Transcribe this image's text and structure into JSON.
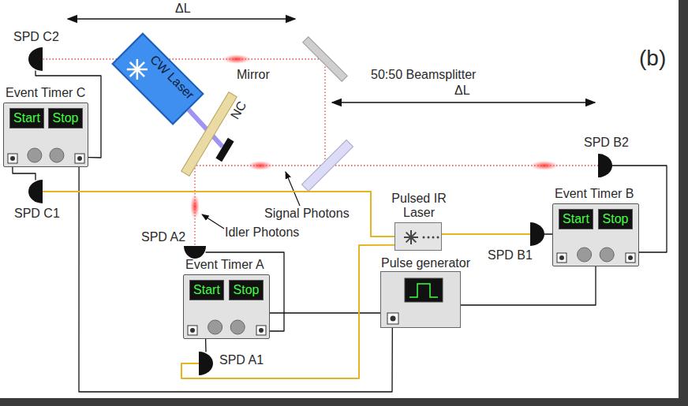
{
  "diagram": {
    "nodes": [
      {
        "text": [
          "SPD C2"
        ]
      },
      {
        "text": [
          "Event Timer C"
        ]
      },
      {
        "text": [
          "Start"
        ],
        "in": 1
      },
      {
        "text": [
          "Stop"
        ],
        "in": 1
      },
      {
        "text": [
          "CW Laser"
        ]
      },
      {
        "text": [
          "SPD B2"
        ]
      },
      {
        "text": [
          "Event Timer B"
        ]
      },
      {
        "text": [
          "Start"
        ],
        "in": 6
      },
      {
        "text": [
          "Stop"
        ],
        "in": 6
      },
      {
        "text": [
          "SPD C1"
        ]
      },
      {
        "text": [
          "SPD A2"
        ]
      },
      {
        "text": [
          "Pulsed IR Laser"
        ]
      },
      {
        "text": [
          "SPD B1"
        ]
      },
      {
        "text": [
          "Event Timer A"
        ]
      },
      {
        "text": [
          "Start"
        ],
        "in": 13
      },
      {
        "text": [
          "Stop"
        ],
        "in": 13
      },
      {
        "text": [
          "Pulse generator"
        ]
      },
      {
        "text": [
          "SPD A1"
        ]
      }
    ],
    "edges": [
      {
        "from": 0,
        "to": 1,
        "arrow": "none"
      },
      {
        "from": 9,
        "to": 1,
        "arrow": "none"
      },
      {
        "from": 5,
        "to": 6,
        "arrow": "none"
      },
      {
        "from": 12,
        "to": 6,
        "arrow": "none"
      },
      {
        "from": 10,
        "to": 13,
        "arrow": "none"
      },
      {
        "from": 17,
        "to": 13,
        "arrow": "none"
      },
      {
        "from": 16,
        "to": 1,
        "arrow": "none"
      },
      {
        "from": 16,
        "to": 13,
        "arrow": "none"
      },
      {
        "from": 16,
        "to": 6,
        "arrow": "none"
      },
      {
        "from": 11,
        "to": 9,
        "arrow": "none"
      },
      {
        "from": 11,
        "to": 17,
        "arrow": "none"
      },
      {
        "from": 11,
        "to": 12,
        "arrow": "none"
      }
    ],
    "labels": [
      "ΔL",
      "ΔL",
      "(b)",
      "Mirror",
      "NC",
      "50:50 Beamsplitter",
      "Signal Photons",
      "Idler Photons"
    ]
  }
}
